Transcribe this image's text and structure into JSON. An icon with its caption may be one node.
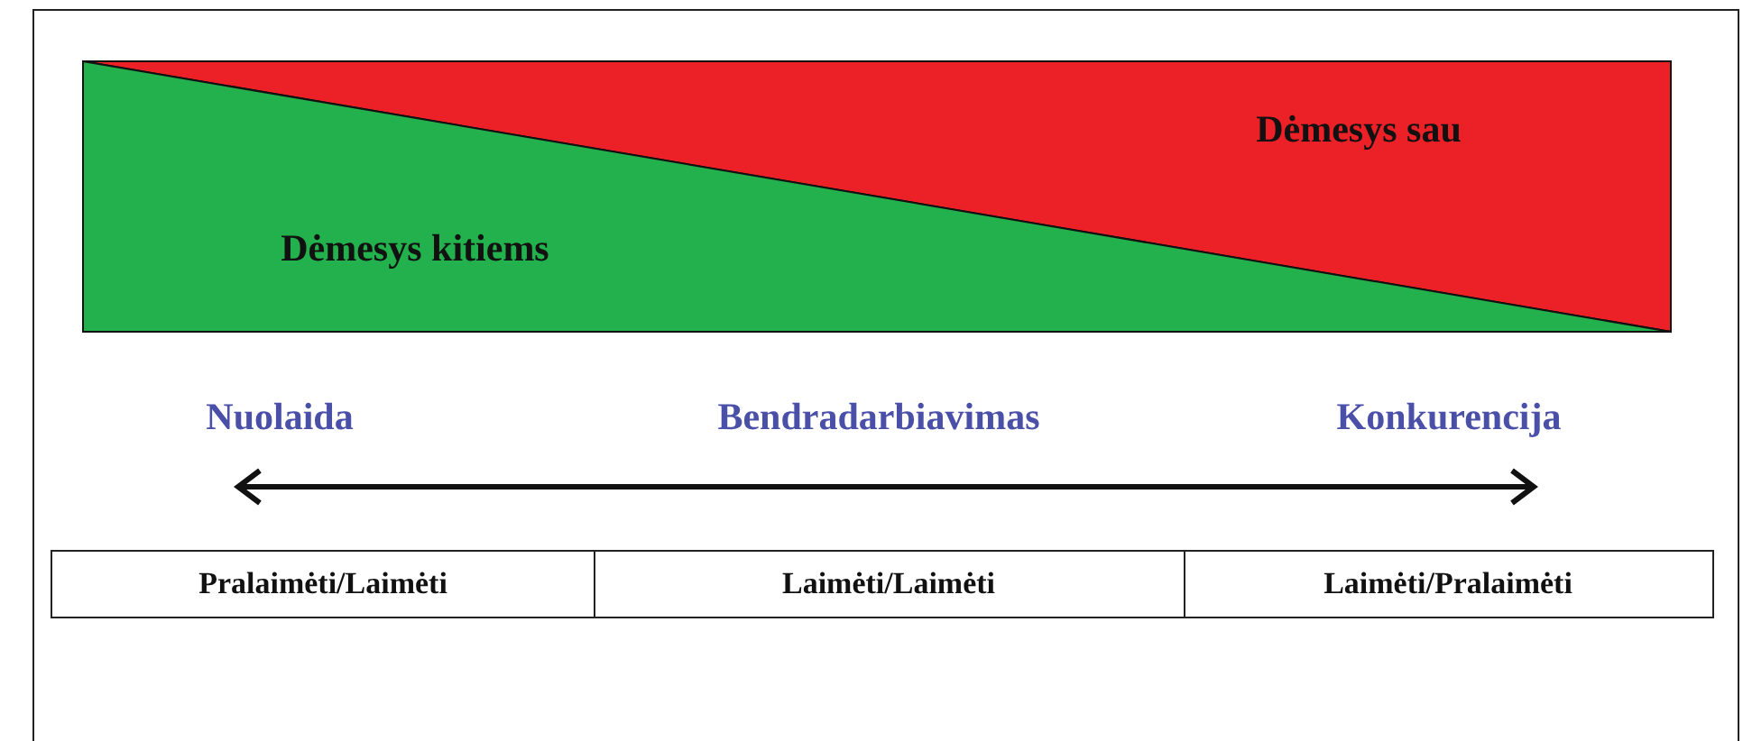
{
  "diagram": {
    "nodes": [
      {
        "text": [
          "Dėmesys sau"
        ]
      },
      {
        "text": [
          "Dėmesys kitiems"
        ]
      }
    ],
    "labels": [
      "Nuolaida",
      "Bendradarbiavimas",
      "Konkurencija",
      "Pralaimėti/Laimėti",
      "Laimėti/Laimėti",
      "Laimėti/Pralaimėti"
    ]
  }
}
